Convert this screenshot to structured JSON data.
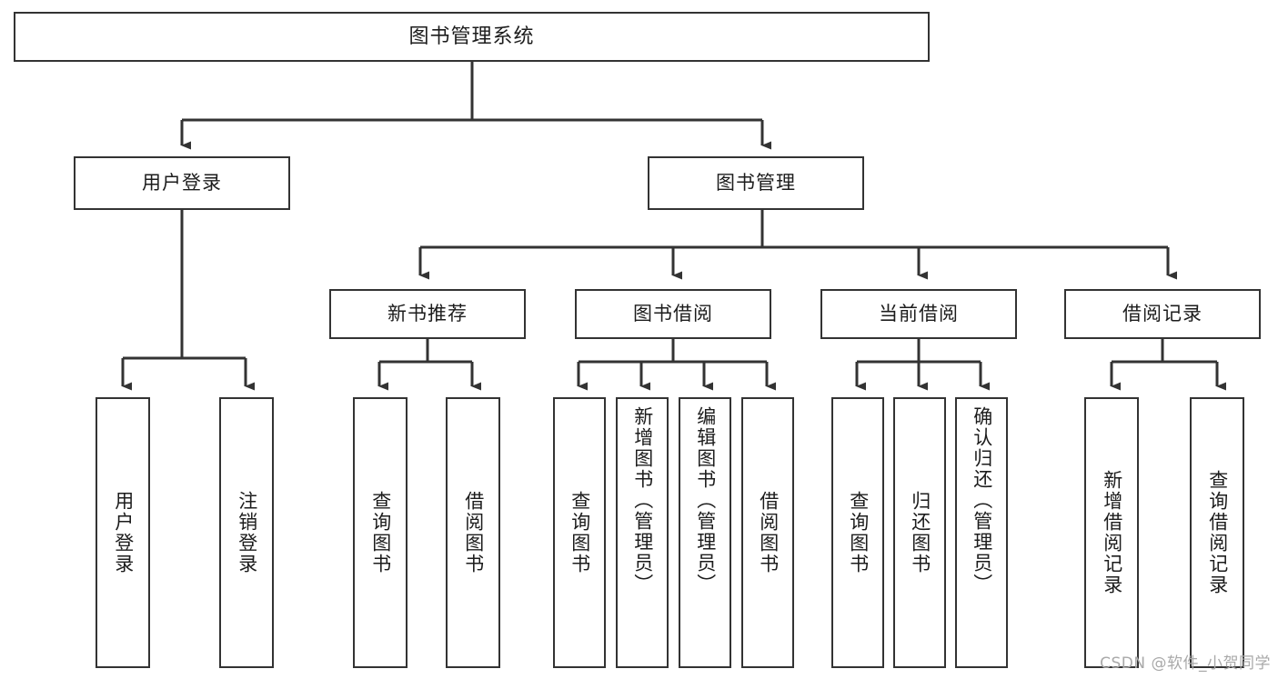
{
  "diagram": {
    "title": "图书管理系统",
    "watermark": "CSDN @软件_小贺同学",
    "line_color": "#333333",
    "box_fill": "#ffffff",
    "text_color": "#1c1c1c",
    "background": "#ffffff"
  },
  "nodes": {
    "root": {
      "label": "图书管理系统",
      "orientation": "horizontal"
    },
    "level2": [
      {
        "label": "用户登录",
        "orientation": "horizontal"
      },
      {
        "label": "图书管理",
        "orientation": "horizontal"
      }
    ],
    "level3": [
      {
        "label": "新书推荐",
        "orientation": "horizontal"
      },
      {
        "label": "图书借阅",
        "orientation": "horizontal"
      },
      {
        "label": "当前借阅",
        "orientation": "horizontal"
      },
      {
        "label": "借阅记录",
        "orientation": "horizontal"
      }
    ],
    "leaves": {
      "user_login": [
        {
          "label": "用户登录",
          "orientation": "vertical"
        },
        {
          "label": "注销登录",
          "orientation": "vertical"
        }
      ],
      "new_book_recommend": [
        {
          "label": "查询图书",
          "orientation": "vertical"
        },
        {
          "label": "借阅图书",
          "orientation": "vertical"
        }
      ],
      "book_borrow": [
        {
          "label": "查询图书",
          "orientation": "vertical"
        },
        {
          "label": "新增图书（管理员）",
          "orientation": "vertical"
        },
        {
          "label": "编辑图书（管理员）",
          "orientation": "vertical"
        },
        {
          "label": "借阅图书",
          "orientation": "vertical"
        }
      ],
      "current_borrow": [
        {
          "label": "查询图书",
          "orientation": "vertical"
        },
        {
          "label": "归还图书",
          "orientation": "vertical"
        },
        {
          "label": "确认归还（管理员）",
          "orientation": "vertical"
        }
      ],
      "borrow_record": [
        {
          "label": "新增借阅记录",
          "orientation": "vertical"
        },
        {
          "label": "查询借阅记录",
          "orientation": "vertical"
        }
      ]
    }
  }
}
